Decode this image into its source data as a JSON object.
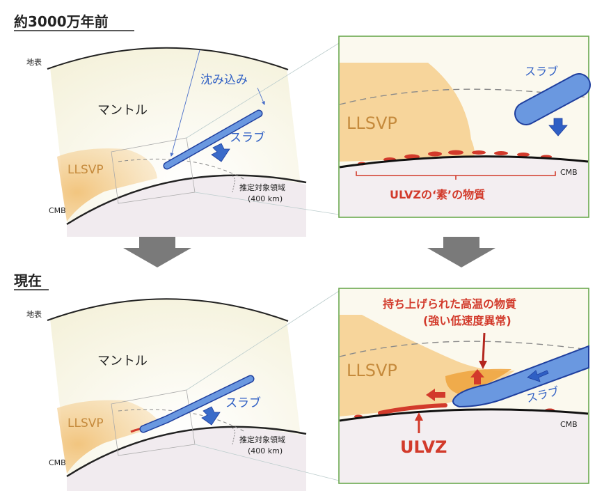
{
  "panels": {
    "top": {
      "heading": "約3000万年前",
      "surface_label": "地表",
      "mantle_label": "マントル",
      "sinking_label": "沈み込み",
      "slab_label": "スラブ",
      "llsvp_label": "LLSVP",
      "cmb_label": "CMB",
      "region_label": "推定対象領域",
      "region_size": "(400 km)"
    },
    "top_zoom": {
      "slab_label": "スラブ",
      "llsvp_label": "LLSVP",
      "cmb_label": "CMB",
      "ulvz_label": "ULVZの‘素’の物質"
    },
    "bottom": {
      "heading": "現在",
      "surface_label": "地表",
      "mantle_label": "マントル",
      "slab_label": "スラブ",
      "llsvp_label": "LLSVP",
      "cmb_label": "CMB",
      "region_label": "推定対象領域",
      "region_size": "(400 km)"
    },
    "bottom_zoom": {
      "uplift_label": "持ち上げられた高温の物質",
      "uplift_sub": "(強い低速度異常)",
      "llsvp_label": "LLSVP",
      "slab_label": "スラブ",
      "cmb_label": "CMB",
      "ulvz_label": "ULVZ"
    }
  },
  "colors": {
    "mantle_fill": "#f8f6e8",
    "core_fill": "#f1ebef",
    "llsvp_fill": "#f5cd8e",
    "slab_fill": "#6a98e0",
    "slab_stroke": "#1f3f9e",
    "ulvz_red": "#d23a2b",
    "zoom_border": "#6aa84f",
    "arrow_gray": "#7a7a7a"
  }
}
